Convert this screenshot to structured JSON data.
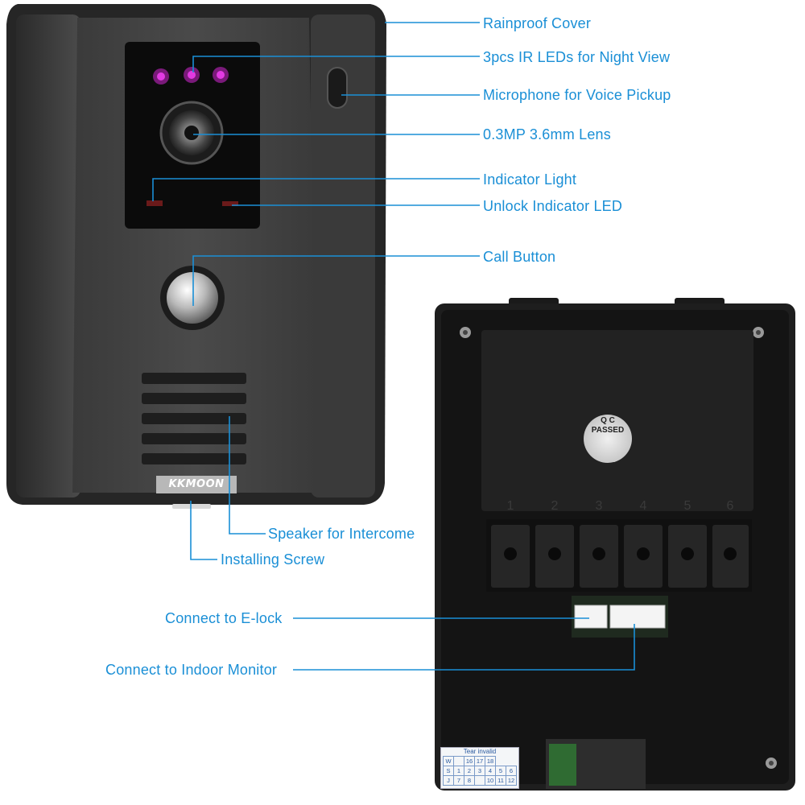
{
  "brand": {
    "logo_text": "KKMOON",
    "qc_line1": "Q C",
    "qc_line2": "PASSED"
  },
  "callouts": {
    "rainproof_cover": "Rainproof Cover",
    "ir_leds": "3pcs IR LEDs for Night View",
    "microphone": "Microphone for Voice Pickup",
    "lens": "0.3MP 3.6mm Lens",
    "indicator_light": "Indicator Light",
    "unlock_led": "Unlock Indicator LED",
    "call_button": "Call Button",
    "speaker": "Speaker for Intercome",
    "installing_screw": "Installing Screw",
    "e_lock": "Connect to E-lock",
    "indoor_monitor": "Connect to Indoor Monitor"
  },
  "connector_numbers": [
    "1",
    "2",
    "3",
    "4",
    "5",
    "6"
  ],
  "sticker": {
    "title": "Tear invalid",
    "rows": [
      [
        "W",
        "",
        "16",
        "17",
        "18"
      ],
      [
        "S",
        "1",
        "2",
        "3",
        "4",
        "5",
        "6"
      ],
      [
        "J",
        "7",
        "8",
        "",
        "10",
        "11",
        "12"
      ]
    ]
  },
  "colors": {
    "callout_text": "#1a8fd6",
    "callout_line": "#1a8fd6",
    "body_dark": "#2b2b2b",
    "ir_led": "#d61ad6"
  }
}
